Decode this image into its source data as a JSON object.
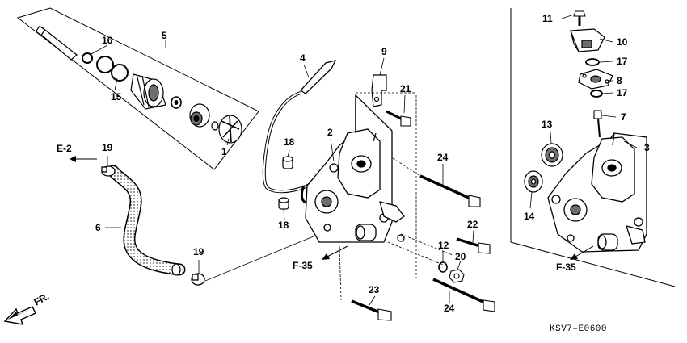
{
  "callouts": {
    "n1": "1",
    "n2": "2",
    "n3": "3",
    "n4": "4",
    "n5": "5",
    "n6": "6",
    "n7": "7",
    "n8": "8",
    "n9": "9",
    "n10": "10",
    "n11": "11",
    "n12": "12",
    "n13": "13",
    "n14": "14",
    "n15": "15",
    "n16": "16",
    "n17a": "17",
    "n17b": "17",
    "n18a": "18",
    "n18b": "18",
    "n19a": "19",
    "n19b": "19",
    "n20": "20",
    "n21": "21",
    "n22": "22",
    "n23": "23",
    "n24a": "24",
    "n24b": "24"
  },
  "refs": {
    "e2": "E-2",
    "f35_left": "F-35",
    "f35_right": "F-35",
    "front": "FR."
  },
  "diagram_code": "KSV7–E0600",
  "colors": {
    "ink": "#000000",
    "paper": "#ffffff",
    "shade": "#6e6e6e"
  }
}
